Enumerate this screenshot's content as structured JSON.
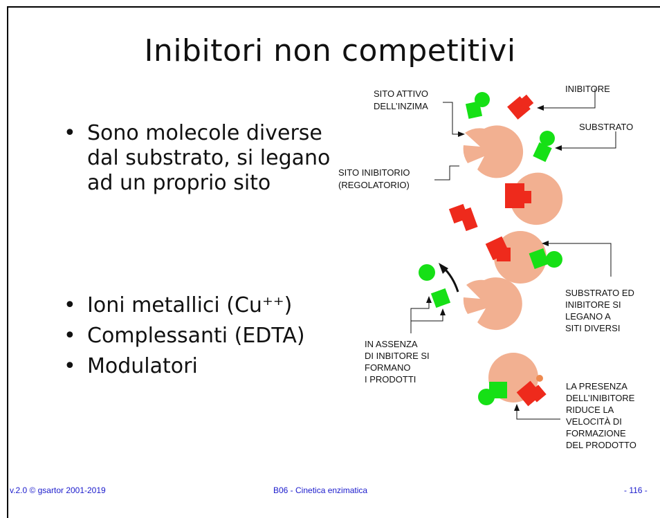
{
  "slide": {
    "title": "Inibitori non competitivi",
    "bullets_top": [
      "Sono molecole diverse dal substrato, si legano ad un proprio sito"
    ],
    "bullets_bottom": [
      "Ioni metallici (Cu⁺⁺)",
      "Complessanti (EDTA)",
      "Modulatori"
    ]
  },
  "diagram": {
    "labels": {
      "inibitore": "INIBITORE",
      "sito_attivo_1": "SITO ATTIVO",
      "sito_attivo_2": "DELL’INZIMA",
      "substrato": "SUBSTRATO",
      "sito_inibitorio_1": "SITO INIBITORIO",
      "sito_inibitorio_2": "(REGOLATORIO)",
      "legano_1": "SUBSTRATO ED",
      "legano_2": "INIBITORE SI",
      "legano_3": "LEGANO A",
      "legano_4": "SITI DIVERSI",
      "assenza_1": "IN ASSENZA",
      "assenza_2": "DI INBITORE SI",
      "assenza_3": "FORMANO",
      "assenza_4": "I PRODOTTI",
      "presenza_1": "LA PRESENZA",
      "presenza_2": "DELL’INIBITORE",
      "presenza_3": "RIDUCE LA",
      "presenza_4": "VELOCITÀ DI",
      "presenza_5": "FORMAZIONE",
      "presenza_6": "DEL PRODOTTO"
    },
    "colors": {
      "enzyme": "#f2b091",
      "substrate": "#16e016",
      "inhibitor": "#ee2a1c"
    }
  },
  "footer": {
    "version": "v.2.0 © gsartor 2001-2019",
    "topic": "B06 - Cinetica enzimatica",
    "page": "- 116 -"
  }
}
